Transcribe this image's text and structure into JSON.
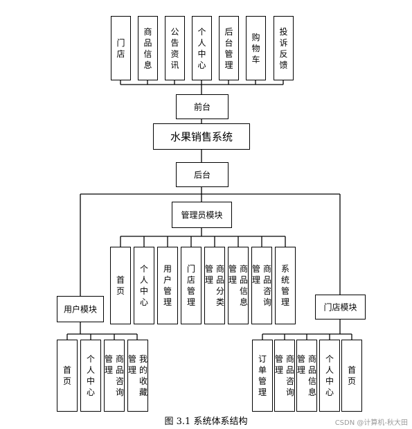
{
  "diagram": {
    "frontend_modules": [
      "门店",
      "商品信息",
      "公告资讯",
      "个人中心",
      "后台管理",
      "购物车",
      "投诉反馈"
    ],
    "frontend_label": "前台",
    "system_title": "水果销售系统",
    "backend_label": "后台",
    "admin_module": {
      "label": "管理员模块",
      "children": [
        "首页",
        "个人中心",
        "用户管理",
        "门店管理",
        "商品分类管理",
        "商品信息管理",
        "商品咨询管理",
        "系统管理"
      ]
    },
    "user_module": {
      "label": "用户模块",
      "children": [
        "首页",
        "个人中心",
        "商品咨询管理",
        "我的收藏管理"
      ]
    },
    "store_module": {
      "label": "门店模块",
      "children": [
        "订单管理",
        "商品咨询管理",
        "商品信息管理",
        "个人中心",
        "首页"
      ]
    }
  },
  "caption": "图 3.1  系统体系结构",
  "watermark": "CSDN @计算机-秋大田"
}
